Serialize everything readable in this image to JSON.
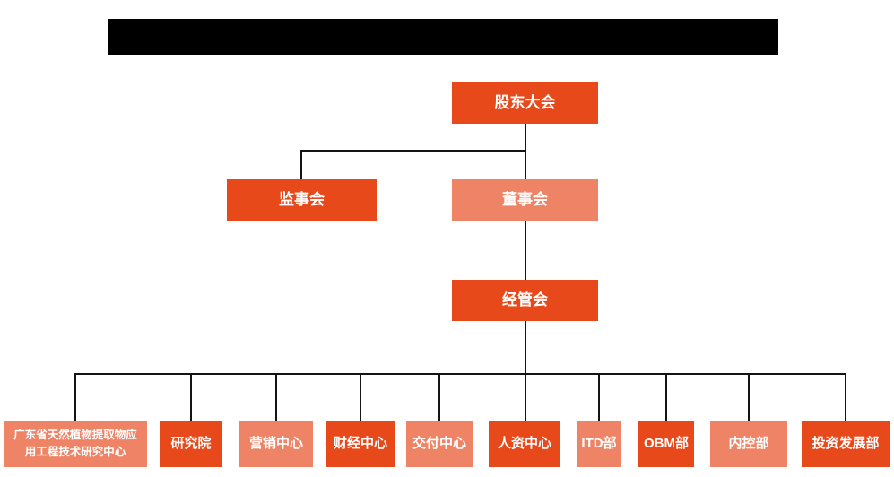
{
  "colors": {
    "primary_box": "#E8491B",
    "secondary_box": "#EE8365",
    "connector_line": "#141414",
    "redacted_title_bar": "#000000",
    "box_text": "#FFFFFF"
  },
  "org": {
    "root": {
      "label": "股东大会"
    },
    "supervisory_board": {
      "label": "监事会"
    },
    "board_of_directors": {
      "label": "董事会"
    },
    "management_committee": {
      "label": "经管会"
    },
    "departments": [
      {
        "label": "广东省天然植物提取物应用工程技术研究中心",
        "line1": "广东省天然植物提取物应",
        "line2": "用工程技术研究中心"
      },
      {
        "label": "研究院"
      },
      {
        "label": "营销中心"
      },
      {
        "label": "财经中心"
      },
      {
        "label": "交付中心"
      },
      {
        "label": "人资中心"
      },
      {
        "label": "ITD部"
      },
      {
        "label": "OBM部"
      },
      {
        "label": "内控部"
      },
      {
        "label": "投资发展部"
      }
    ]
  }
}
